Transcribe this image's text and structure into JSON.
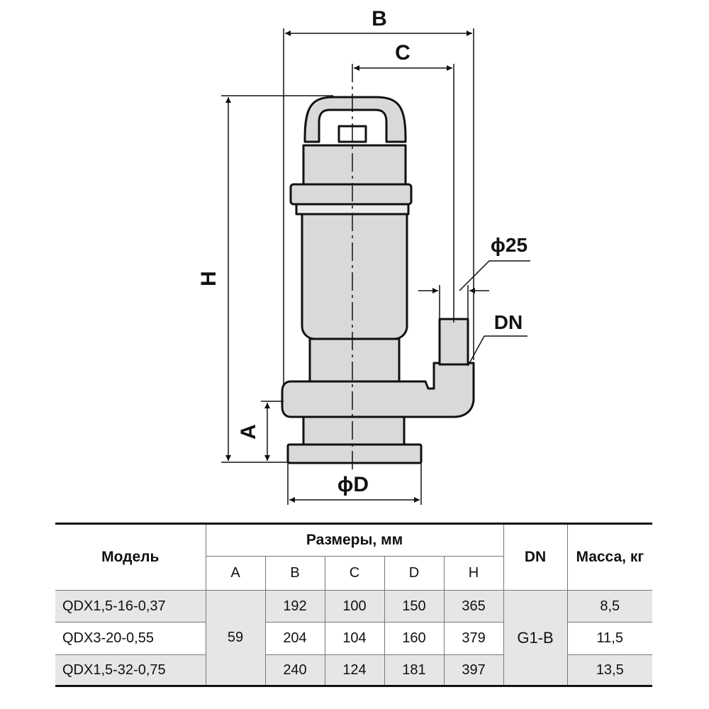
{
  "drawing": {
    "labels": {
      "B": "B",
      "C": "C",
      "H": "H",
      "A": "A",
      "D": "ϕD",
      "pipe": "ϕ25",
      "DN": "DN"
    }
  },
  "table": {
    "headers": {
      "model": "Модель",
      "dimensions": "Размеры, мм",
      "dn": "DN",
      "mass": "Масса, кг"
    },
    "subheaders": [
      "A",
      "B",
      "C",
      "D",
      "H"
    ],
    "shared": {
      "A": "59",
      "DN": "G1-B"
    },
    "rows": [
      {
        "model": "QDX1,5-16-0,37",
        "B": "192",
        "C": "100",
        "D": "150",
        "H": "365",
        "mass": "8,5"
      },
      {
        "model": "QDX3-20-0,55",
        "B": "204",
        "C": "104",
        "D": "160",
        "H": "379",
        "mass": "11,5"
      },
      {
        "model": "QDX1,5-32-0,75",
        "B": "240",
        "C": "124",
        "D": "181",
        "H": "397",
        "mass": "13,5"
      }
    ]
  }
}
